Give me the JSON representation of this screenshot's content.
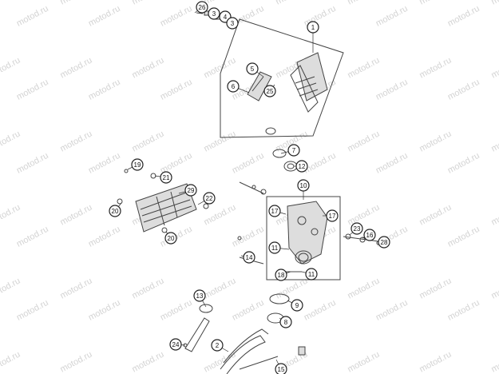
{
  "watermark": "motod.ru",
  "callouts": [
    {
      "label": "26"
    },
    {
      "label": "3"
    },
    {
      "label": "4"
    },
    {
      "label": "3"
    },
    {
      "label": "1"
    },
    {
      "label": "5"
    },
    {
      "label": "6"
    },
    {
      "label": "25"
    },
    {
      "label": "7"
    },
    {
      "label": "12"
    },
    {
      "label": "19"
    },
    {
      "label": "21"
    },
    {
      "label": "29"
    },
    {
      "label": "22"
    },
    {
      "label": "20"
    },
    {
      "label": "20"
    },
    {
      "label": "10"
    },
    {
      "label": "17"
    },
    {
      "label": "17"
    },
    {
      "label": "23"
    },
    {
      "label": "16"
    },
    {
      "label": "28"
    },
    {
      "label": "11"
    },
    {
      "label": "14"
    },
    {
      "label": "18"
    },
    {
      "label": "11"
    },
    {
      "label": "13"
    },
    {
      "label": "9"
    },
    {
      "label": "8"
    },
    {
      "label": "24"
    },
    {
      "label": "2"
    },
    {
      "label": "15"
    }
  ]
}
